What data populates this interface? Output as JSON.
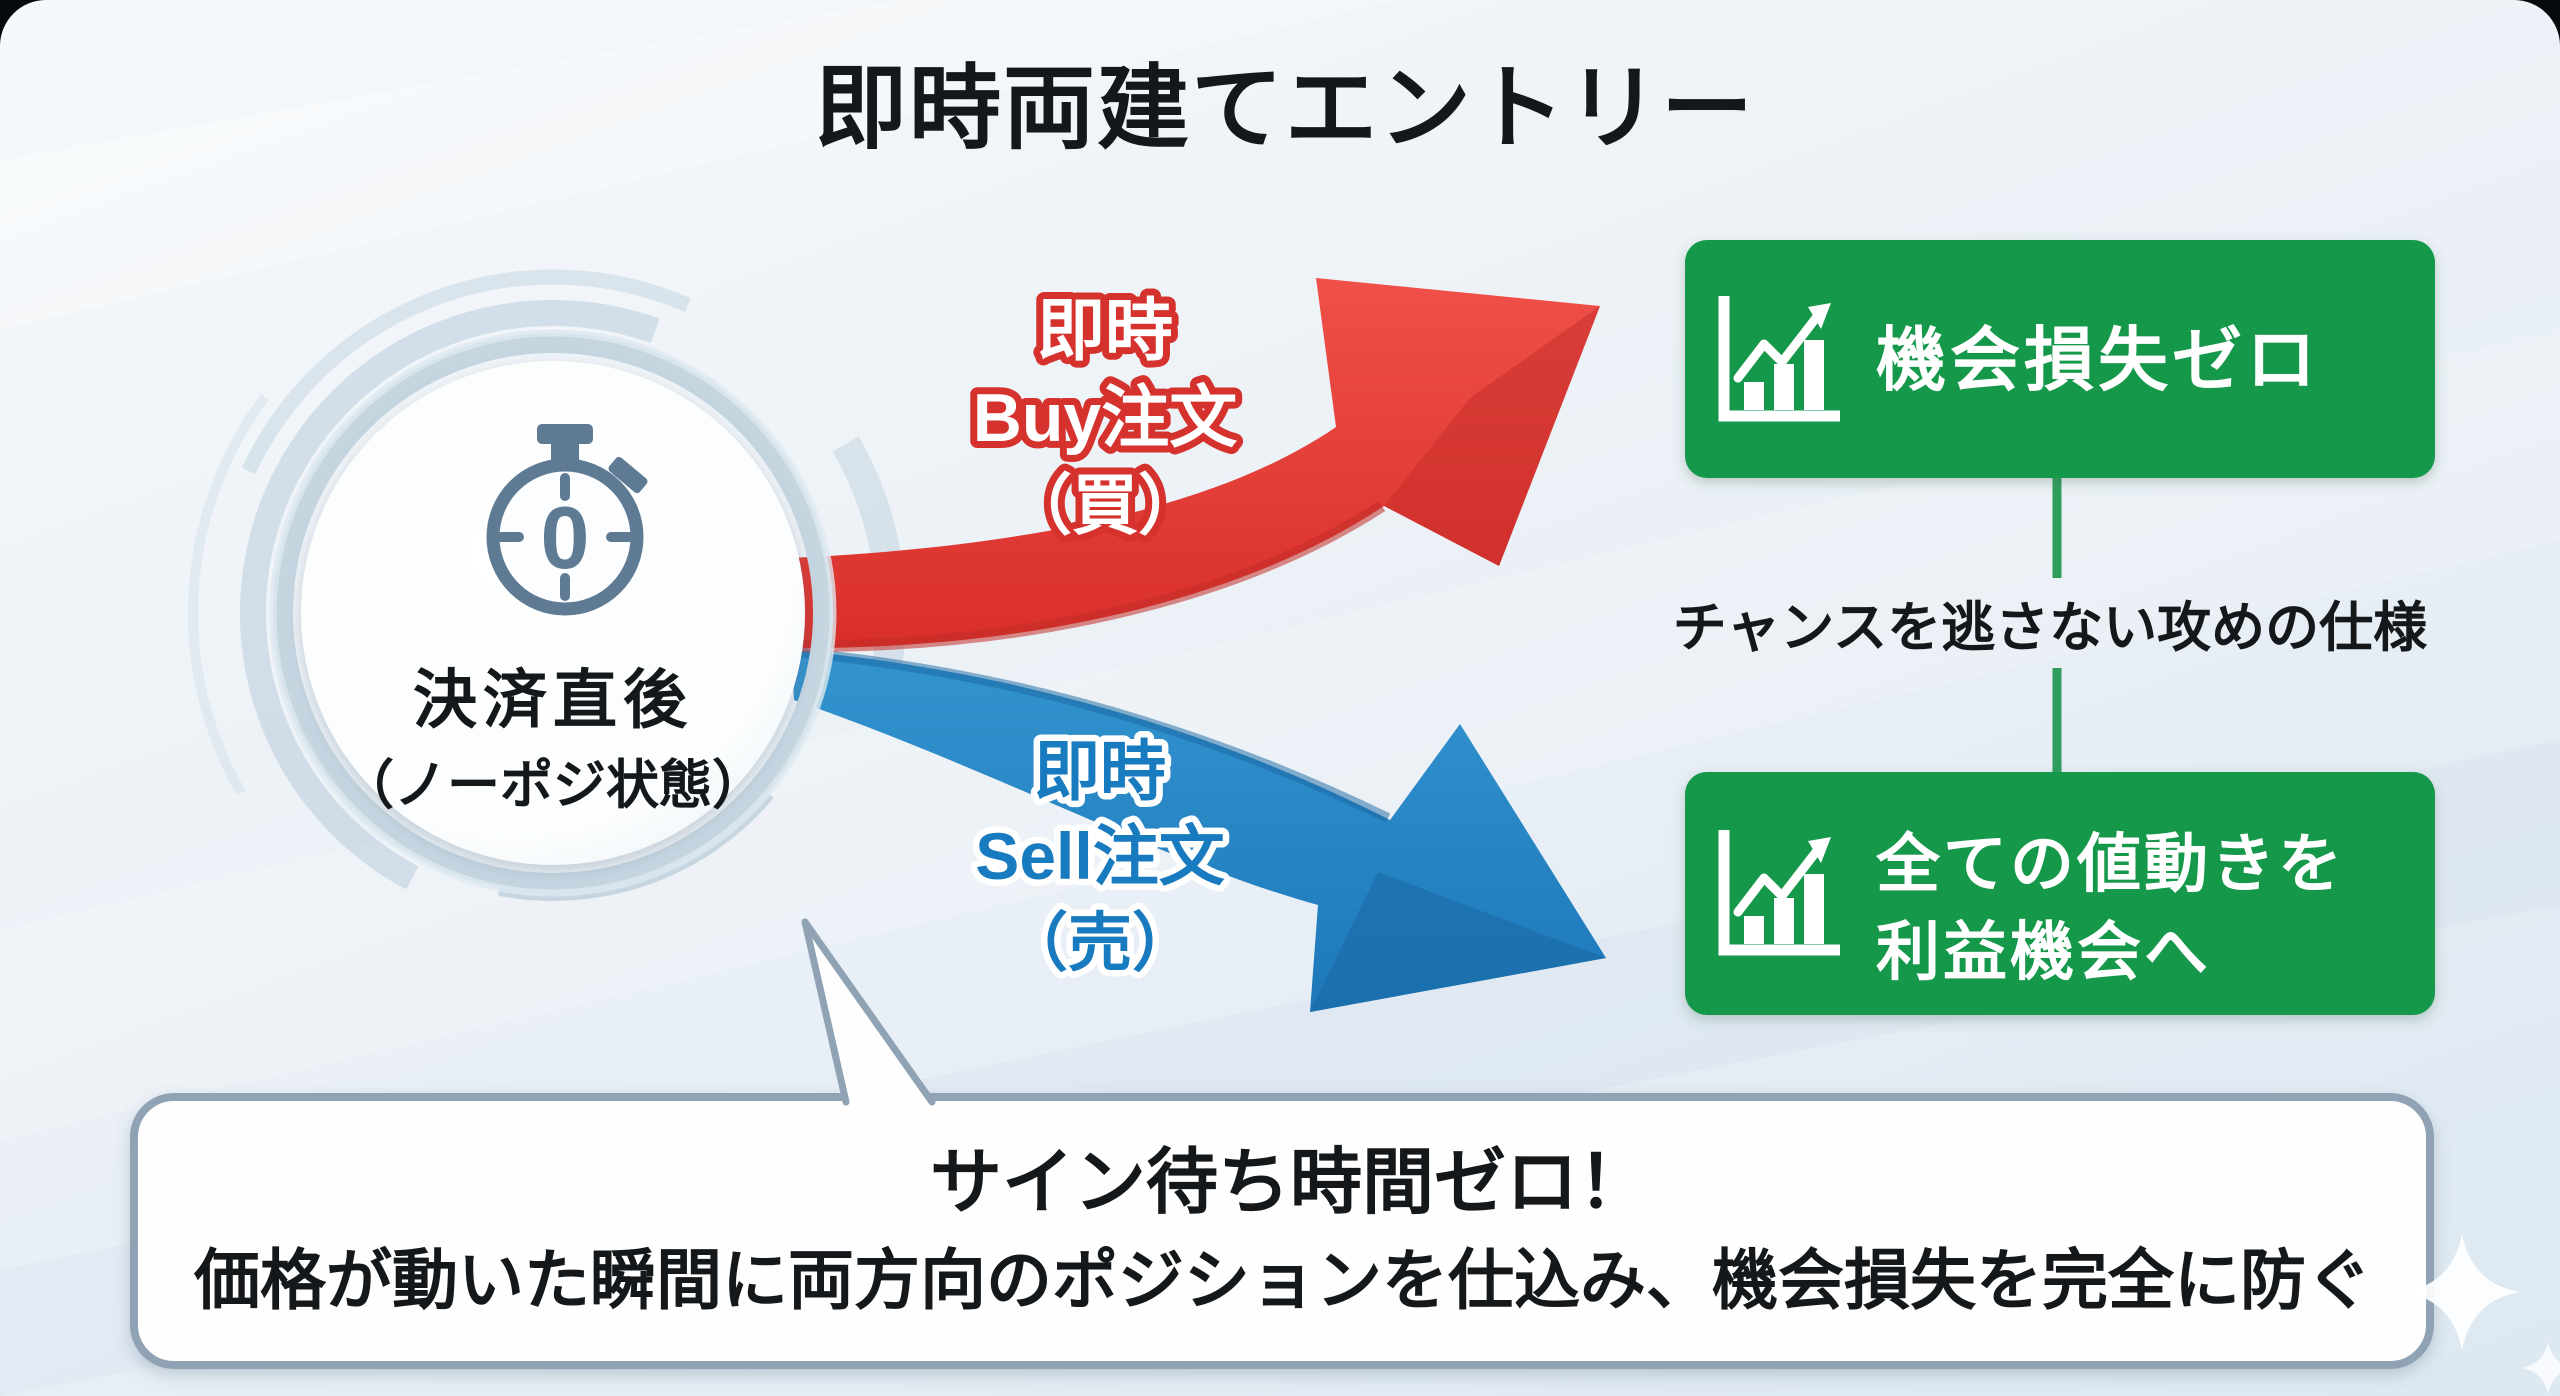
{
  "title": {
    "text": "即時両建てエントリー"
  },
  "timer_circle": {
    "value": "0",
    "label_main": "決済直後",
    "label_sub": "（ノーポジ状態）"
  },
  "buy_arrow": {
    "color": "#d92f2b",
    "lines": [
      "即時",
      "Buy注文",
      "（買）"
    ]
  },
  "sell_arrow": {
    "color": "#1d78ba",
    "lines": [
      "即時",
      "Sell注文",
      "（売）"
    ]
  },
  "benefit_top": {
    "label": "機会損失ゼロ"
  },
  "benefit_note": {
    "text": "チャンスを逃さない攻めの仕様"
  },
  "benefit_bottom": {
    "line1": "全ての値動きを",
    "line2": "利益機会へ"
  },
  "benefit_color": "#17984b",
  "callout": {
    "line1": "サイン待ち時間ゼロ！",
    "line2": "価格が動いた瞬間に両方向のポジションを仕込み、機会損失を完全に防ぐ"
  }
}
